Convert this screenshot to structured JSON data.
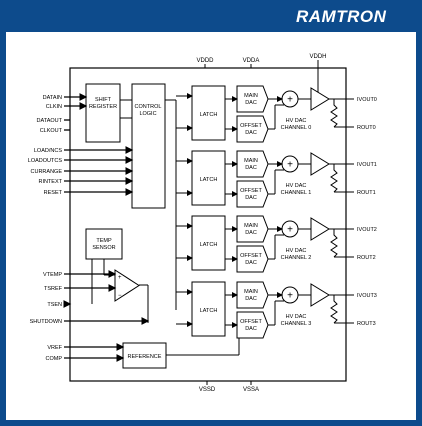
{
  "brand": {
    "logo_text": "RAMTRON"
  },
  "colors": {
    "frame": "#0d4b8c",
    "ink": "#000000",
    "panel": "#ffffff"
  },
  "blocks": {
    "shift_register": [
      "SHIFT",
      "REGISTER"
    ],
    "control_logic": [
      "CONTROL",
      "LOGIC"
    ],
    "temp_sensor": [
      "TEMP",
      "SENSOR"
    ],
    "reference": "REFERENCE",
    "latch": "LATCH",
    "main_dac": [
      "MAIN",
      "DAC"
    ],
    "offset_dac": [
      "OFFSET",
      "DAC"
    ]
  },
  "supply_pins": {
    "vddd": "VDDD",
    "vdda": "VDDA",
    "vddh": "VDDH",
    "vssd": "VSSD",
    "vssa": "VSSA"
  },
  "left_pins": [
    "DATAIN",
    "CLKIN",
    "DATAOUT",
    "CLKOUT",
    "LOAD/NCS",
    "LOADOUTCS",
    "CURRANGE",
    "RINTEXT",
    "RESET",
    "VTEMP",
    "TSREF",
    "TSEN",
    "SHUTDOWN",
    "VREF",
    "COMP"
  ],
  "channels": [
    {
      "label": [
        "HV DAC",
        "CHANNEL 0"
      ],
      "ivout": "IVOUT0",
      "rout": "ROUT0"
    },
    {
      "label": [
        "HV DAC",
        "CHANNEL 1"
      ],
      "ivout": "IVOUT1",
      "rout": "ROUT1"
    },
    {
      "label": [
        "HV DAC",
        "CHANNEL 2"
      ],
      "ivout": "IVOUT2",
      "rout": "ROUT2"
    },
    {
      "label": [
        "HV DAC",
        "CHANNEL 3"
      ],
      "ivout": "IVOUT3",
      "rout": "ROUT3"
    }
  ]
}
